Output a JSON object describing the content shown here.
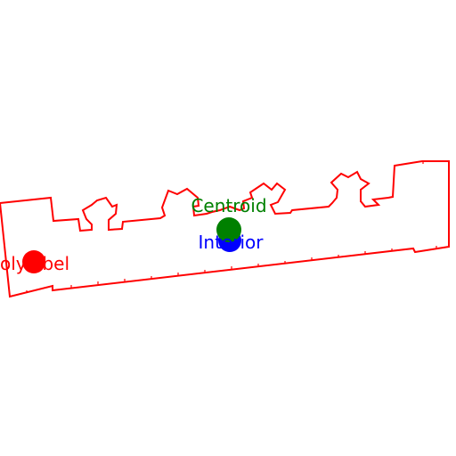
{
  "labels": {
    "centroid": "Centroid",
    "interior": "Interior",
    "polylabel": "olylabel"
  },
  "colors": {
    "polygon": "#ff0000",
    "centroid": "#008000",
    "interior": "#0000ff",
    "polylabel": "#ff0000",
    "background": "#ffffff"
  }
}
